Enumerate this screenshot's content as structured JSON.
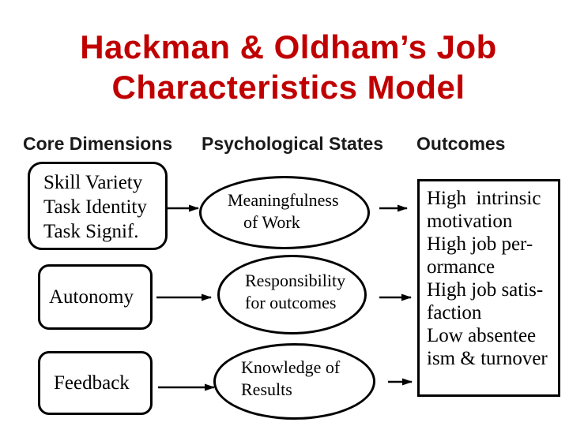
{
  "title": {
    "line1": "Hackman & Oldham’s Job",
    "line2": "Characteristics Model"
  },
  "core": {
    "header": "Core Dimensions",
    "boxes": [
      {
        "lines": [
          "Skill Variety",
          "Task Identity",
          "Task Signif."
        ]
      },
      {
        "lines": [
          "Autonomy"
        ]
      },
      {
        "lines": [
          "Feedback"
        ]
      }
    ]
  },
  "psych": {
    "header": "Psychological States",
    "ellipses": [
      {
        "lines": [
          "Meaningfulness",
          "of Work"
        ]
      },
      {
        "lines": [
          "Responsibility",
          "for outcomes"
        ]
      },
      {
        "lines": [
          "Knowledge of",
          "Results"
        ]
      }
    ]
  },
  "outcomes": {
    "header": "Outcomes",
    "box_lines": [
      "High  intrinsic",
      "motivation",
      "High job per-",
      "ormance",
      "High job satis-",
      "faction",
      "Low absentee",
      "ism & turnover"
    ]
  },
  "colors": {
    "title_red": "#c00000",
    "header_dark": "#1a1a1a",
    "diagram_black": "#000000",
    "background": "#ffffff"
  }
}
